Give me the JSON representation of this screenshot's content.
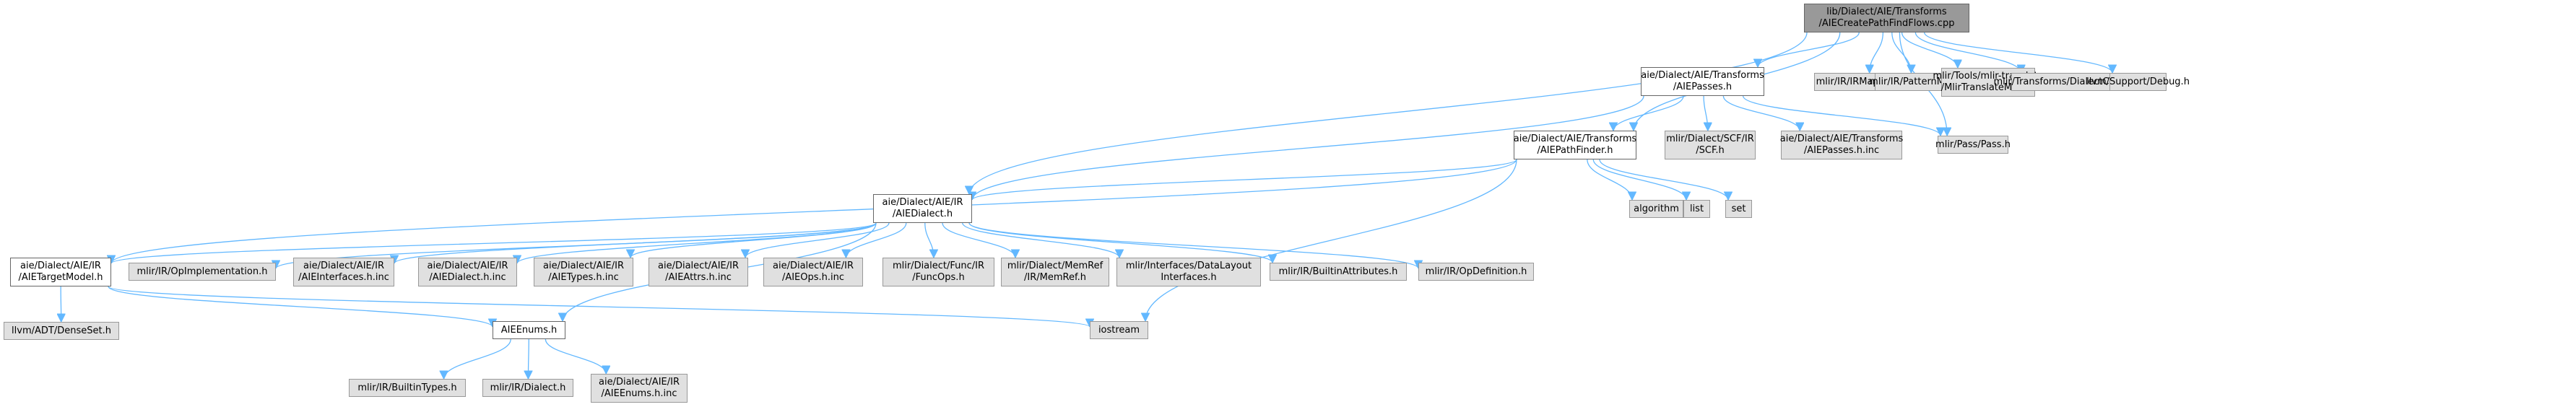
{
  "graph": {
    "title": "Include dependency graph for AIECreatePathFindFlows.cpp",
    "colors": {
      "edge": "#63b8ff",
      "root_fill": "#999999",
      "local_fill": "#ffffff",
      "system_fill": "#e0e0e0"
    },
    "nodes": [
      {
        "id": "root",
        "kind": "root",
        "label": "lib/Dialect/AIE/Transforms\n/AIECreatePathFindFlows.cpp"
      },
      {
        "id": "aiepasses",
        "kind": "local",
        "label": "aie/Dialect/AIE/Transforms\n/AIEPasses.h"
      },
      {
        "id": "irmapping",
        "kind": "sys",
        "label": "mlir/IR/IRMapping.h"
      },
      {
        "id": "patternmatch",
        "kind": "sys",
        "label": "mlir/IR/PatternMatch.h"
      },
      {
        "id": "mlirtranslate",
        "kind": "sys",
        "label": "mlir/Tools/mlir-translate\n/MlirTranslateMain.h"
      },
      {
        "id": "dialectconv",
        "kind": "sys",
        "label": "mlir/Transforms/DialectConversion.h"
      },
      {
        "id": "debug",
        "kind": "sys",
        "label": "llvm/Support/Debug.h"
      },
      {
        "id": "pathfinder",
        "kind": "local",
        "label": "aie/Dialect/AIE/Transforms\n/AIEPathFinder.h"
      },
      {
        "id": "scf",
        "kind": "sys",
        "label": "mlir/Dialect/SCF/IR\n/SCF.h"
      },
      {
        "id": "passesinc",
        "kind": "sys",
        "label": "aie/Dialect/AIE/Transforms\n/AIEPasses.h.inc"
      },
      {
        "id": "pass",
        "kind": "sys",
        "label": "mlir/Pass/Pass.h"
      },
      {
        "id": "aiedialect",
        "kind": "local",
        "label": "aie/Dialect/AIE/IR\n/AIEDialect.h"
      },
      {
        "id": "algorithm",
        "kind": "sys",
        "label": "algorithm"
      },
      {
        "id": "list",
        "kind": "sys",
        "label": "list"
      },
      {
        "id": "set",
        "kind": "sys",
        "label": "set"
      },
      {
        "id": "targetmodel",
        "kind": "local",
        "label": "aie/Dialect/AIE/IR\n/AIETargetModel.h"
      },
      {
        "id": "opimpl",
        "kind": "sys",
        "label": "mlir/IR/OpImplementation.h"
      },
      {
        "id": "interfacesinc",
        "kind": "sys",
        "label": "aie/Dialect/AIE/IR\n/AIEInterfaces.h.inc"
      },
      {
        "id": "dialectinc",
        "kind": "sys",
        "label": "aie/Dialect/AIE/IR\n/AIEDialect.h.inc"
      },
      {
        "id": "typesinc",
        "kind": "sys",
        "label": "aie/Dialect/AIE/IR\n/AIETypes.h.inc"
      },
      {
        "id": "attrsinc",
        "kind": "sys",
        "label": "aie/Dialect/AIE/IR\n/AIEAttrs.h.inc"
      },
      {
        "id": "opsinc",
        "kind": "sys",
        "label": "aie/Dialect/AIE/IR\n/AIEOps.h.inc"
      },
      {
        "id": "funcops",
        "kind": "sys",
        "label": "mlir/Dialect/Func/IR\n/FuncOps.h"
      },
      {
        "id": "memref",
        "kind": "sys",
        "label": "mlir/Dialect/MemRef\n/IR/MemRef.h"
      },
      {
        "id": "datalayout",
        "kind": "sys",
        "label": "mlir/Interfaces/DataLayout\nInterfaces.h"
      },
      {
        "id": "builtinattrs",
        "kind": "sys",
        "label": "mlir/IR/BuiltinAttributes.h"
      },
      {
        "id": "opdef",
        "kind": "sys",
        "label": "mlir/IR/OpDefinition.h"
      },
      {
        "id": "denseset",
        "kind": "sys",
        "label": "llvm/ADT/DenseSet.h"
      },
      {
        "id": "aieenums",
        "kind": "local",
        "label": "AIEEnums.h"
      },
      {
        "id": "iostream",
        "kind": "sys",
        "label": "iostream"
      },
      {
        "id": "builtintypes",
        "kind": "sys",
        "label": "mlir/IR/BuiltinTypes.h"
      },
      {
        "id": "irdialect",
        "kind": "sys",
        "label": "mlir/IR/Dialect.h"
      },
      {
        "id": "enumsinc",
        "kind": "sys",
        "label": "aie/Dialect/AIE/IR\n/AIEEnums.h.inc"
      }
    ],
    "edges": [
      [
        "root",
        "aiepasses"
      ],
      [
        "root",
        "irmapping"
      ],
      [
        "root",
        "patternmatch"
      ],
      [
        "root",
        "mlirtranslate"
      ],
      [
        "root",
        "dialectconv"
      ],
      [
        "root",
        "debug"
      ],
      [
        "root",
        "pathfinder"
      ],
      [
        "root",
        "aiedialect"
      ],
      [
        "root",
        "pass"
      ],
      [
        "aiepasses",
        "pathfinder"
      ],
      [
        "aiepasses",
        "scf"
      ],
      [
        "aiepasses",
        "passesinc"
      ],
      [
        "aiepasses",
        "pass"
      ],
      [
        "aiepasses",
        "aiedialect"
      ],
      [
        "pathfinder",
        "aiedialect"
      ],
      [
        "pathfinder",
        "algorithm"
      ],
      [
        "pathfinder",
        "list"
      ],
      [
        "pathfinder",
        "set"
      ],
      [
        "pathfinder",
        "iostream"
      ],
      [
        "pathfinder",
        "targetmodel"
      ],
      [
        "aiedialect",
        "targetmodel"
      ],
      [
        "aiedialect",
        "opimpl"
      ],
      [
        "aiedialect",
        "interfacesinc"
      ],
      [
        "aiedialect",
        "dialectinc"
      ],
      [
        "aiedialect",
        "typesinc"
      ],
      [
        "aiedialect",
        "attrsinc"
      ],
      [
        "aiedialect",
        "opsinc"
      ],
      [
        "aiedialect",
        "funcops"
      ],
      [
        "aiedialect",
        "memref"
      ],
      [
        "aiedialect",
        "datalayout"
      ],
      [
        "aiedialect",
        "builtinattrs"
      ],
      [
        "aiedialect",
        "opdef"
      ],
      [
        "aiedialect",
        "aieenums"
      ],
      [
        "targetmodel",
        "denseset"
      ],
      [
        "targetmodel",
        "aieenums"
      ],
      [
        "targetmodel",
        "iostream"
      ],
      [
        "aieenums",
        "builtintypes"
      ],
      [
        "aieenums",
        "irdialect"
      ],
      [
        "aieenums",
        "enumsinc"
      ]
    ]
  }
}
